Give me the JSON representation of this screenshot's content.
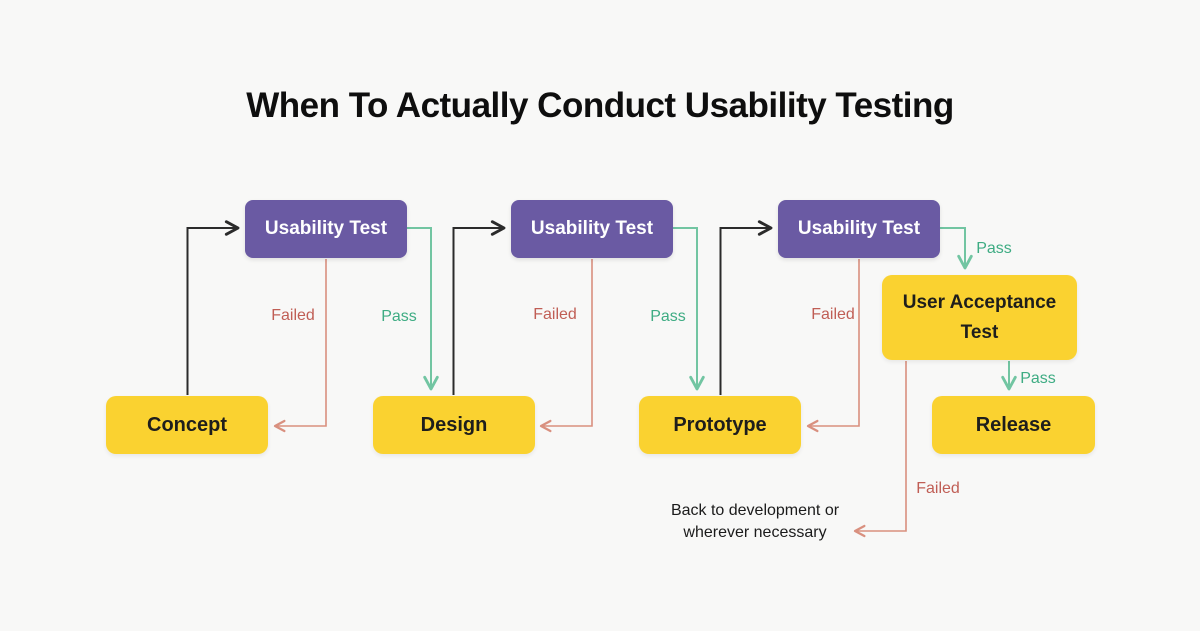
{
  "title": "When To Actually Conduct Usability Testing",
  "nodes": {
    "ut1": "Usability Test",
    "ut2": "Usability Test",
    "ut3": "Usability Test",
    "concept": "Concept",
    "design": "Design",
    "prototype": "Prototype",
    "uat": "User Acceptance Test",
    "release": "Release"
  },
  "edge_labels": {
    "failed_ut1": "Failed",
    "pass_ut1": "Pass",
    "failed_ut2": "Failed",
    "pass_ut2": "Pass",
    "failed_ut3": "Failed",
    "pass_ut3": "Pass",
    "pass_uat": "Pass",
    "failed_uat": "Failed"
  },
  "note": {
    "line1": "Back to development or",
    "line2": "wherever necessary"
  },
  "colors": {
    "background": "#f8f8f7",
    "purple_box": "#6a5aa3",
    "yellow_box": "#fad230",
    "pass_line": "#72c5a2",
    "pass_text": "#3eac83",
    "failed_line": "#d9907f",
    "failed_text": "#c05e55",
    "flow_line": "#2b2b2b"
  }
}
